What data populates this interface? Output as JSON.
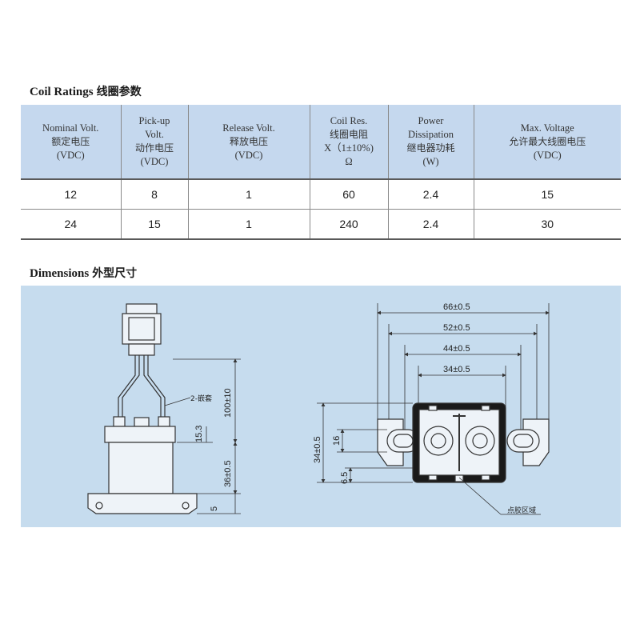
{
  "coil_section": {
    "title_en": "Coil Ratings",
    "title_cn": "线圈参数"
  },
  "table": {
    "headers": [
      {
        "lines": [
          "Nominal Volt.",
          "额定电压",
          "(VDC)"
        ]
      },
      {
        "lines": [
          "Pick-up",
          "Volt.",
          "动作电压",
          "(VDC)"
        ]
      },
      {
        "lines": [
          "Release Volt.",
          "释放电压",
          "(VDC)"
        ]
      },
      {
        "lines": [
          "Coil Res.",
          "线圈电阻",
          "X（1±10%)",
          "Ω"
        ]
      },
      {
        "lines": [
          "Power",
          "Dissipation",
          "继电器功耗",
          "(W)"
        ]
      },
      {
        "lines": [
          "Max. Voltage",
          "允许最大线圈电压",
          "(VDC)"
        ]
      }
    ],
    "rows": [
      [
        "12",
        "8",
        "1",
        "60",
        "2.4",
        "15"
      ],
      [
        "24",
        "15",
        "1",
        "240",
        "2.4",
        "30"
      ]
    ]
  },
  "dimensions_section": {
    "title_en": "Dimensions",
    "title_cn": "外型尺寸"
  },
  "drawing": {
    "side_view": {
      "wire_label": "2-嵌套",
      "dim_height_total": "100±10",
      "dim_terminal": "15.3",
      "dim_body": "36±0.5",
      "dim_flange": "5"
    },
    "top_view": {
      "dim_width_66": "66±0.5",
      "dim_width_52": "52±0.5",
      "dim_width_44": "44±0.5",
      "dim_width_34": "34±0.5",
      "dim_height_34": "34±0.5",
      "dim_height_16": "16",
      "dim_height_6_5": "6.5",
      "glue_area_label": "点胶区域"
    }
  }
}
